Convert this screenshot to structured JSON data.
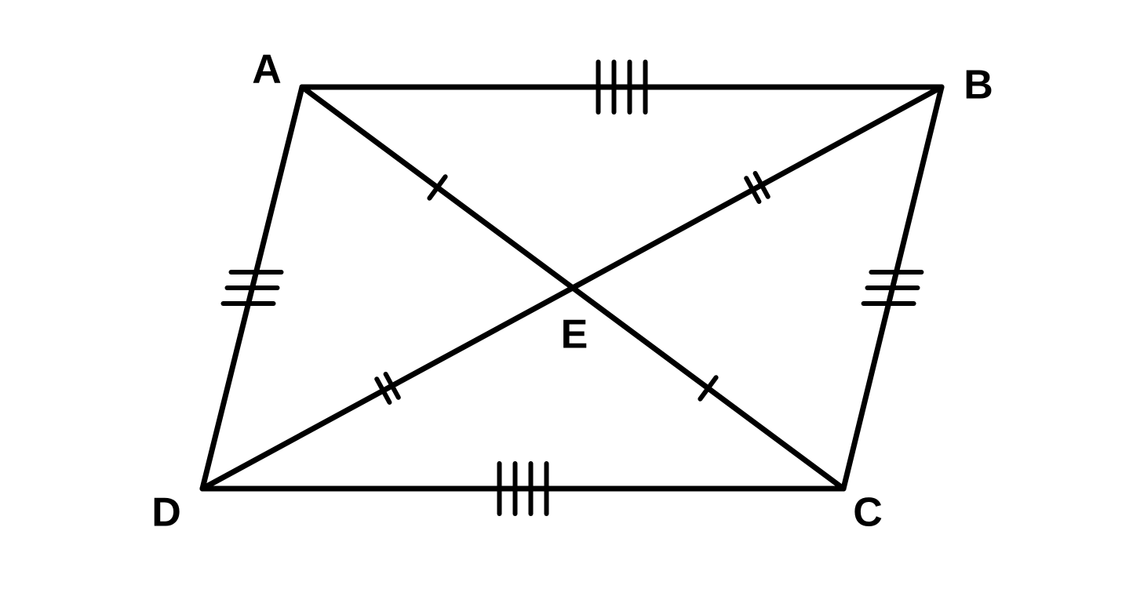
{
  "colors": {
    "stroke": "#000000",
    "background": "#ffffff"
  },
  "diagram": {
    "type": "parallelogram-with-diagonals",
    "vertices": [
      {
        "id": "A",
        "label": "A"
      },
      {
        "id": "B",
        "label": "B"
      },
      {
        "id": "C",
        "label": "C"
      },
      {
        "id": "D",
        "label": "D"
      },
      {
        "id": "E",
        "label": "E"
      }
    ],
    "segments": [
      {
        "id": "AB",
        "from": "A",
        "to": "B",
        "ticks": 4
      },
      {
        "id": "DC",
        "from": "D",
        "to": "C",
        "ticks": 4
      },
      {
        "id": "AD",
        "from": "A",
        "to": "D",
        "ticks": 3
      },
      {
        "id": "BC",
        "from": "B",
        "to": "C",
        "ticks": 3
      },
      {
        "id": "AE",
        "from": "A",
        "to": "E",
        "ticks": 1
      },
      {
        "id": "EC",
        "from": "E",
        "to": "C",
        "ticks": 1
      },
      {
        "id": "BE",
        "from": "B",
        "to": "E",
        "ticks": 2
      },
      {
        "id": "ED",
        "from": "E",
        "to": "D",
        "ticks": 2
      }
    ]
  }
}
